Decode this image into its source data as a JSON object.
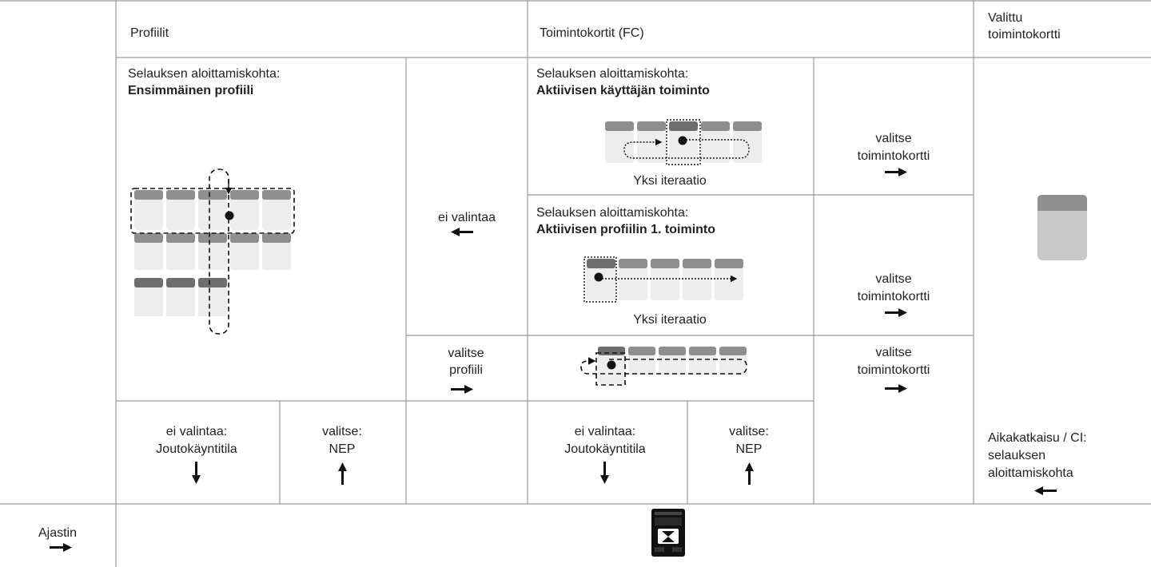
{
  "header": {
    "profiles": "Profiilit",
    "function_cards": "Toimintokortit (FC)",
    "selected_card_line1": "Valittu",
    "selected_card_line2": "toimintokortti"
  },
  "profiles_panel": {
    "start_label": "Selauksen aloittamiskohta:",
    "start_value": "Ensimmäinen profiili"
  },
  "middle_column": {
    "no_selection": "ei valintaa",
    "select_profile_line1": "valitse",
    "select_profile_line2": "profiili"
  },
  "fc_active_user": {
    "start_label": "Selauksen aloittamiskohta:",
    "start_value": "Aktiivisen käyttäjän toiminto",
    "caption": "Yksi iteraatio"
  },
  "fc_active_profile": {
    "start_label": "Selauksen aloittamiskohta:",
    "start_value": "Aktiivisen profiilin 1. toiminto",
    "caption": "Yksi iteraatio"
  },
  "select_card": {
    "line1": "valitse",
    "line2": "toimintokortti"
  },
  "bottom": {
    "no_selection_line1": "ei valintaa:",
    "no_selection_line2": "Joutokäyntitila",
    "select_line1": "valitse:",
    "select_line2": "NEP"
  },
  "timeout": {
    "line1": "Aikakatkaisu / CI:",
    "line2": "selauksen",
    "line3": "aloittamiskohta"
  },
  "timer": {
    "label": "Ajastin"
  },
  "colors": {
    "card_top": "#8f8f8f",
    "card_top_dark": "#6e6e6e",
    "card_body": "#ededed",
    "selected_card_body": "#c8c8c8",
    "grid_line": "#9a9a9a"
  }
}
